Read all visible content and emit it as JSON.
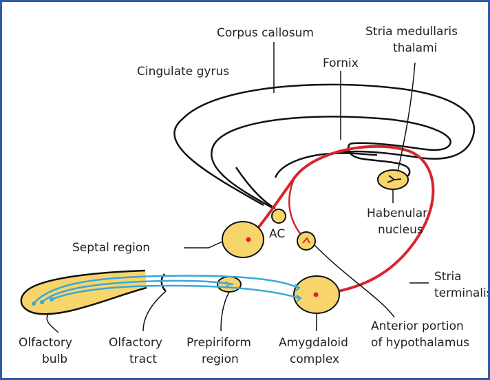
{
  "diagram": {
    "colors": {
      "frame": "#2f5da8",
      "outline": "#111111",
      "red_pathway": "#d7262b",
      "blue_pathway": "#3aa7d8",
      "nucleus_fill": "#f7d56b"
    },
    "labels": {
      "corpus_callosum": "Corpus callosum",
      "stria_medullaris_1": "Stria medullaris",
      "stria_medullaris_2": "thalami",
      "fornix": "Fornix",
      "cingulate_gyrus": "Cingulate gyrus",
      "ac": "AC",
      "habenular_1": "Habenular",
      "habenular_2": "nucleus",
      "septal_region": "Septal region",
      "stria_terminalis_1": "Stria",
      "stria_terminalis_2": "terminalis",
      "anterior_hypothalamus_1": "Anterior portion",
      "anterior_hypothalamus_2": "of hypothalamus",
      "olfactory_bulb_1": "Olfactory",
      "olfactory_bulb_2": "bulb",
      "olfactory_tract_1": "Olfactory",
      "olfactory_tract_2": "tract",
      "prepiriform_1": "Prepiriform",
      "prepiriform_2": "region",
      "amygdaloid_1": "Amygdaloid",
      "amygdaloid_2": "complex"
    }
  }
}
